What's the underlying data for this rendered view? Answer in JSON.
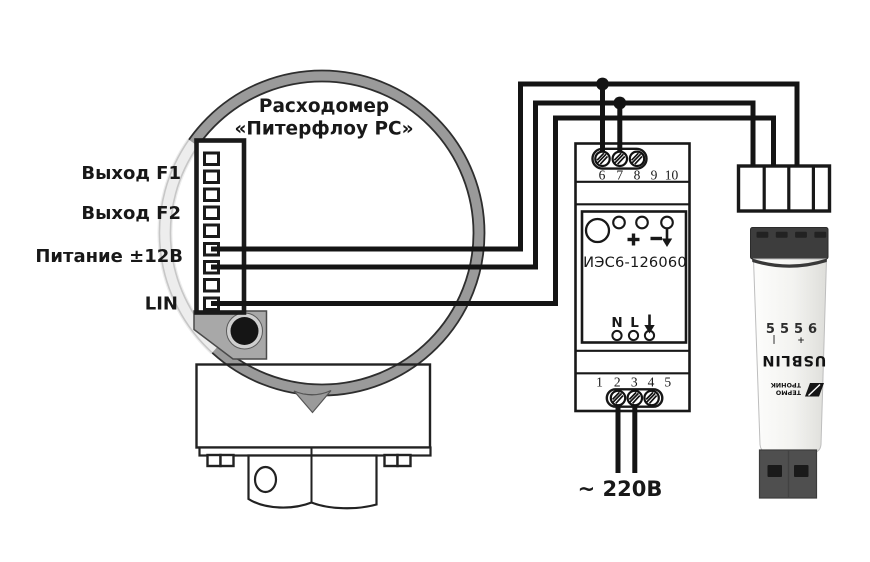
{
  "flowmeter": {
    "title_line1": "Расходомер",
    "title_line2": "«Питерфлоу РС»",
    "terminal_labels": {
      "f1": "Выход F1",
      "f2": "Выход F2",
      "power": "Питание ±12В",
      "lin": "LIN"
    }
  },
  "psu": {
    "model": "ИЭС6-126060",
    "top_terminals": [
      "6",
      "7",
      "8",
      "9",
      "10"
    ],
    "bottom_terminals": [
      "1",
      "2",
      "3",
      "4",
      "5"
    ],
    "mains_n": "N",
    "mains_l": "L"
  },
  "mains_voltage": "~ 220В",
  "usb_adapter": {
    "pin_row": "5556",
    "pin_mark_left": "|",
    "pin_mark_right": "+",
    "product_name": "USBLIN",
    "brand_line1": "ТЕРМО",
    "brand_line2": "ТРОНИК"
  },
  "colors": {
    "wire": "#141414",
    "ring_gray": "#9a9a9a",
    "ring_light": "#ededed",
    "gland_gray": "#a8a8a8",
    "usb_block": "#3d3d3d",
    "usb_plug": "#4f4f4f"
  }
}
